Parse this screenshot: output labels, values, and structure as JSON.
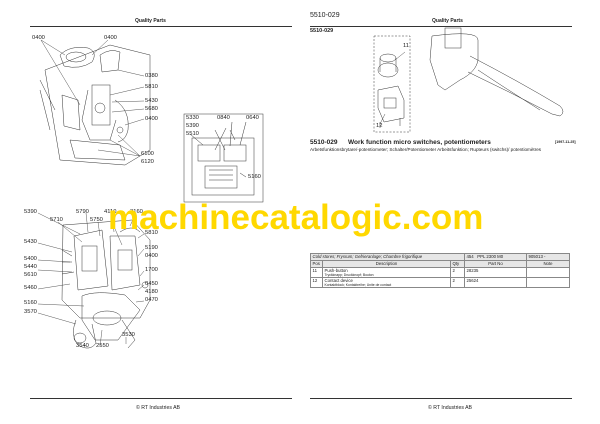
{
  "left_page": {
    "header": "Quality Parts",
    "footer": "© RT Industries AB",
    "labels_top": [
      "0400",
      "0400",
      "0380",
      "5810",
      "5430",
      "5680",
      "0400",
      "6100",
      "6120"
    ],
    "inset_labels": [
      "5330",
      "0840",
      "0640",
      "5390",
      "5510",
      "5160"
    ],
    "labels_bottom": [
      "5390",
      "5790",
      "4110",
      "3160",
      "5710",
      "5750",
      "5810",
      "5430",
      "5190",
      "5400",
      "0400",
      "5440",
      "5610",
      "1700",
      "5460",
      "0450",
      "4180",
      "5160",
      "0470",
      "3570",
      "3530",
      "3540",
      "2550"
    ]
  },
  "right_page": {
    "header": "Quality Parts",
    "doc_number": "5510-029",
    "section_number": "5510-029",
    "footer": "© RT Industries AB",
    "figure_labels": [
      "11",
      "12"
    ],
    "title": "Work function micro switches, potentiometers",
    "date": "[1997-11-25]",
    "subtitle": "Arbetsfunktionsbrytare/-potentiometer; Schalter/Potentiometer Arbeitsfunktion; Rupteurs (switchs)/ potentiomètres",
    "table": {
      "info_row": {
        "fits": "Cold stores; Frysrum; Gefrieranlage; Chambre frigorifique",
        "c1": "454",
        "c2": "PPL 2300 M0",
        "c3": "905013 -"
      },
      "columns": [
        "Pos",
        "Description",
        "Qty",
        "Part No",
        "Note"
      ],
      "rows": [
        {
          "pos": "11",
          "desc": "Push-button",
          "desc2": "Tryckknapp; Druckknopf; Bouton",
          "qty": "2",
          "part": "28235",
          "note": ""
        },
        {
          "pos": "12",
          "desc": "Contact device",
          "desc2": "Kontaktblock; Kontaktreihe; Unite de contact",
          "qty": "2",
          "part": "25624",
          "note": ""
        }
      ]
    }
  },
  "watermark": "machinecatalogic.com",
  "colors": {
    "watermark": "#ffd800",
    "ink": "#222222"
  }
}
